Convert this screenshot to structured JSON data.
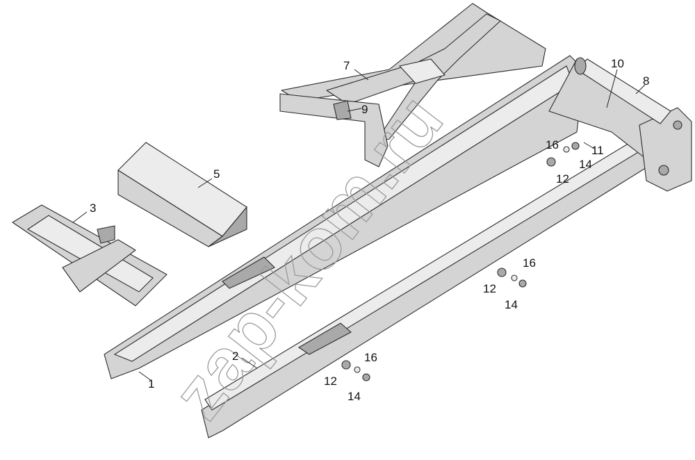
{
  "diagram": {
    "watermark": "zap-kom.ru",
    "callouts": [
      {
        "id": "c7",
        "label": "7"
      },
      {
        "id": "c9",
        "label": "9"
      },
      {
        "id": "c10",
        "label": "10"
      },
      {
        "id": "c8",
        "label": "8"
      },
      {
        "id": "c16a",
        "label": "16"
      },
      {
        "id": "c11",
        "label": "11"
      },
      {
        "id": "c14a",
        "label": "14"
      },
      {
        "id": "c12a",
        "label": "12"
      },
      {
        "id": "c5",
        "label": "5"
      },
      {
        "id": "c3",
        "label": "3"
      },
      {
        "id": "c16b",
        "label": "16"
      },
      {
        "id": "c12b",
        "label": "12"
      },
      {
        "id": "c14b",
        "label": "14"
      },
      {
        "id": "c2",
        "label": "2"
      },
      {
        "id": "c16c",
        "label": "16"
      },
      {
        "id": "c12c",
        "label": "12"
      },
      {
        "id": "c14c",
        "label": "14"
      },
      {
        "id": "c1",
        "label": "1"
      }
    ]
  }
}
